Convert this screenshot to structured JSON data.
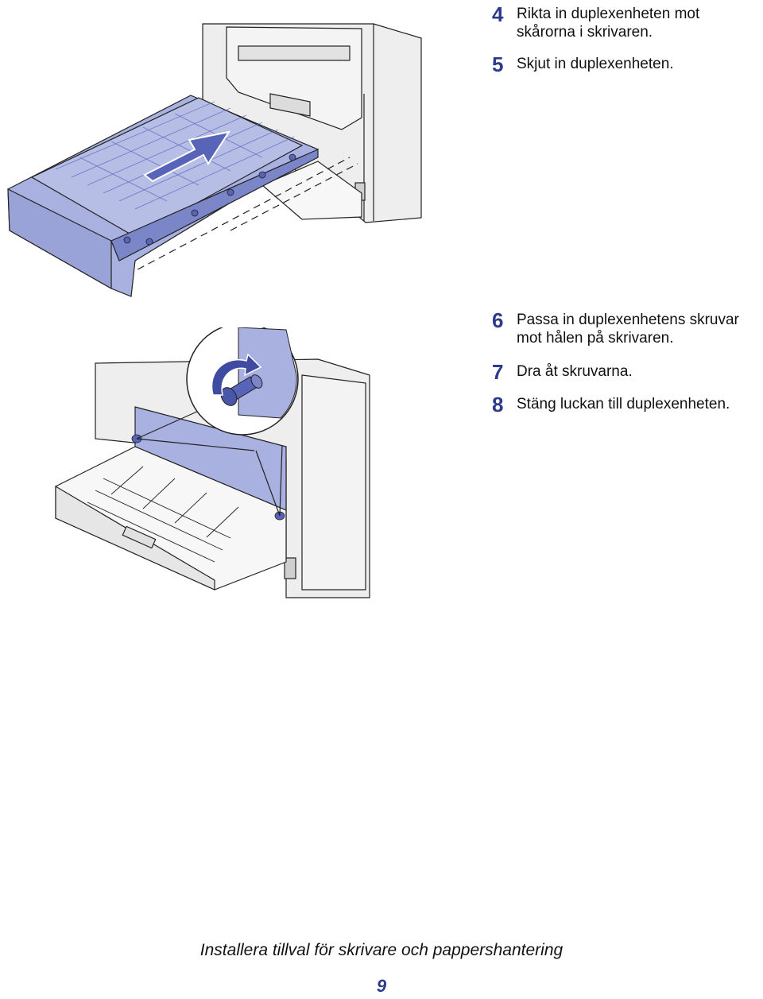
{
  "steps_top": [
    {
      "number": "4",
      "lines": [
        "Rikta in duplexenheten mot",
        "skårorna i skrivaren."
      ]
    },
    {
      "number": "5",
      "lines": [
        "Skjut in duplexenheten."
      ]
    }
  ],
  "steps_bottom": [
    {
      "number": "6",
      "lines": [
        "Passa in duplexenhetens skruvar",
        "mot hålen på skrivaren."
      ]
    },
    {
      "number": "7",
      "lines": [
        "Dra åt skruvarna."
      ]
    },
    {
      "number": "8",
      "lines": [
        "Stäng luckan till duplexenheten."
      ]
    }
  ],
  "footer": {
    "title": "Installera tillval för skrivare och pappershantering",
    "page": "9"
  },
  "colors": {
    "accent": "#2b3a8c",
    "part_fill": "#a9b1e0",
    "part_dark": "#5864b8",
    "printer_fill": "#eeeeee",
    "line": "#222222"
  },
  "icons": [
    "insert-arrow-icon",
    "rotate-arrow-icon"
  ]
}
